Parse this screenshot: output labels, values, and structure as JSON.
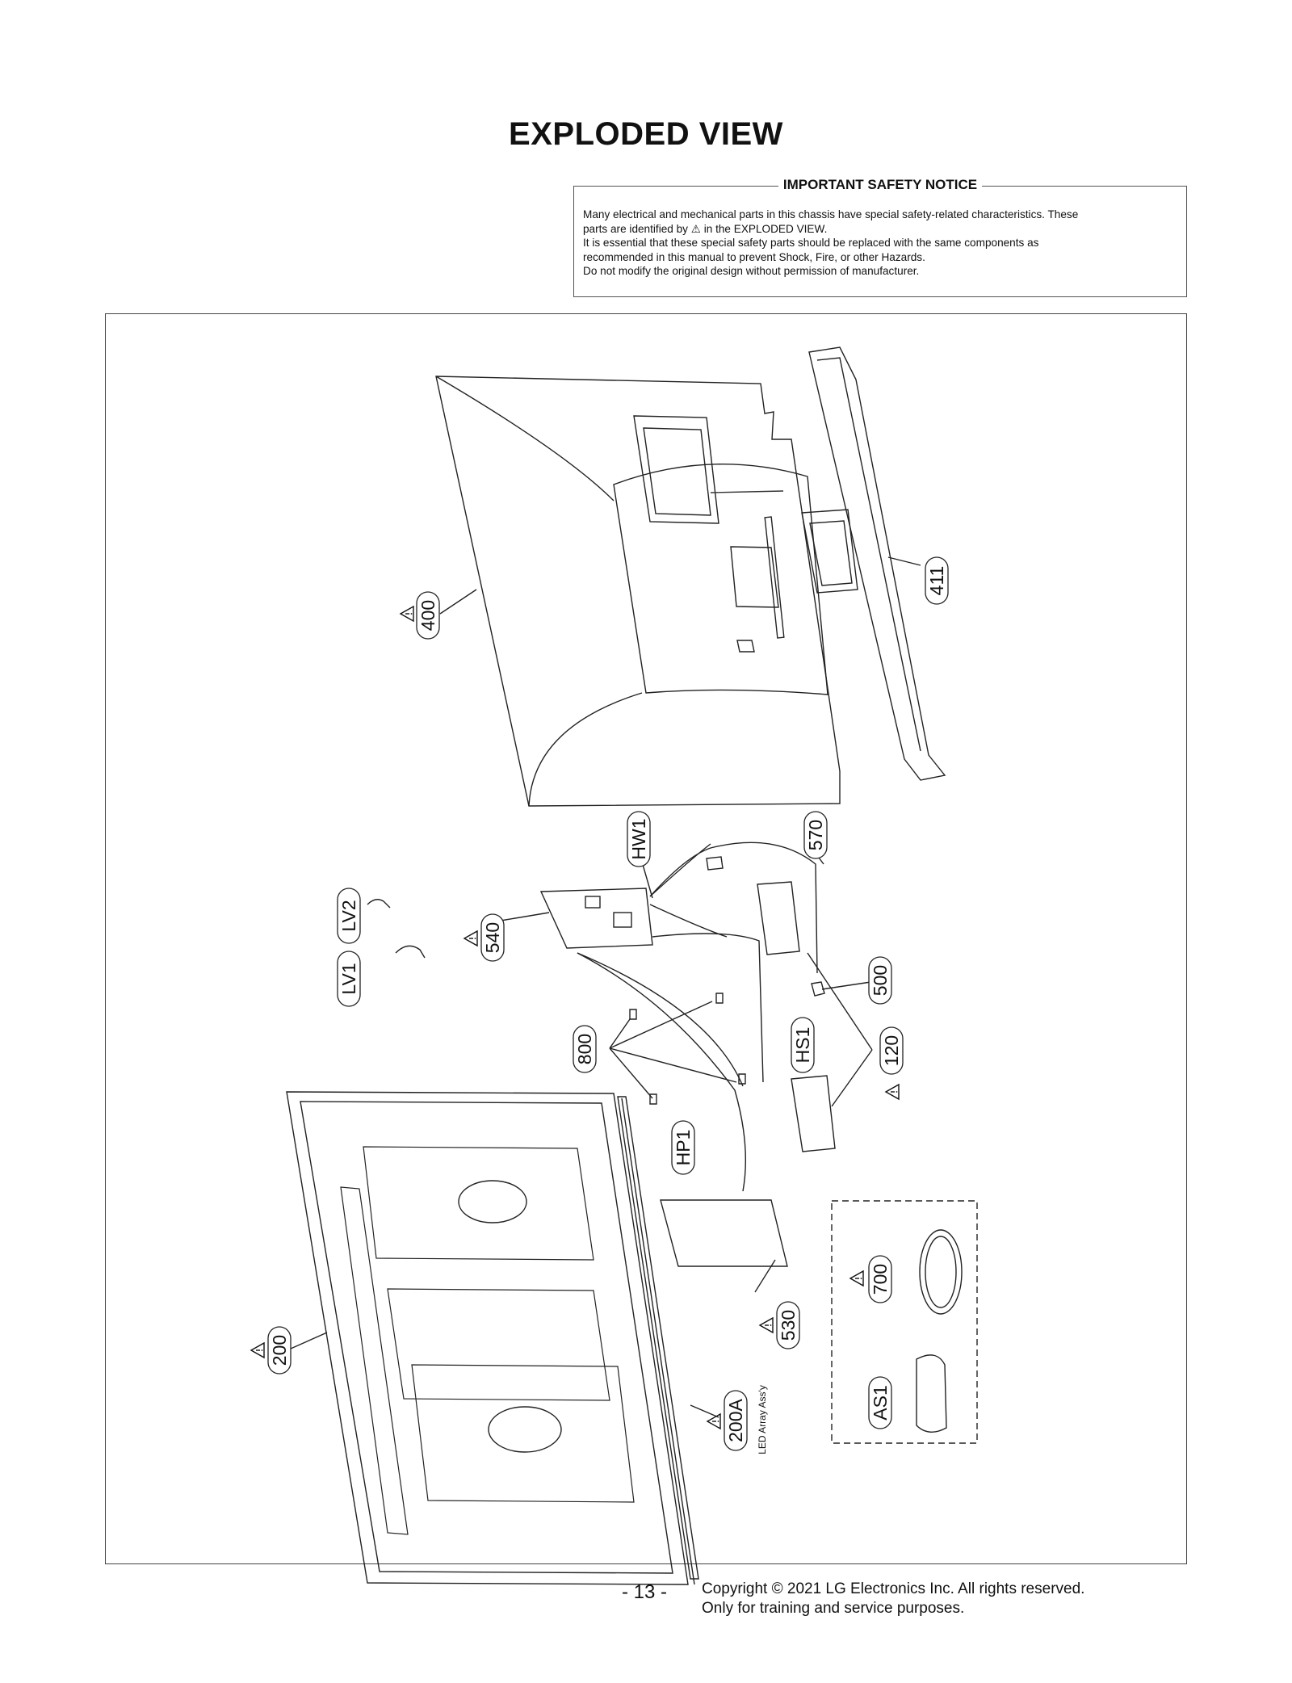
{
  "page": {
    "title": "EXPLODED VIEW",
    "page_number": "- 13 -",
    "copyright": "Copyright © 2021 LG Electronics Inc. All rights reserved.",
    "copyright_note": "Only for training and service purposes."
  },
  "safety_notice": {
    "heading": "IMPORTANT SAFETY NOTICE",
    "line1": "Many electrical and mechanical parts in this chassis have special safety-related characteristics. These",
    "line2a": "parts are identified by",
    "line2b": "in the EXPLODED VIEW.",
    "line3": "It is essential that these special safety parts should be replaced with the same components as",
    "line4": "recommended in this manual to prevent Shock, Fire, or other Hazards.",
    "line5": "Do not modify the original design without permission of manufacturer."
  },
  "part_labels": {
    "p400": "400",
    "p411": "411",
    "hw1": "HW1",
    "p570": "570",
    "lv2": "LV2",
    "lv1": "LV1",
    "p540": "540",
    "p500": "500",
    "hs1": "HS1",
    "p120": "120",
    "p800": "800",
    "hp1": "HP1",
    "p200": "200",
    "p530": "530",
    "p700": "700",
    "as1": "AS1",
    "p200a": "200A",
    "led_array": "LED Array Ass'y"
  },
  "warning_symbol": "⚠"
}
